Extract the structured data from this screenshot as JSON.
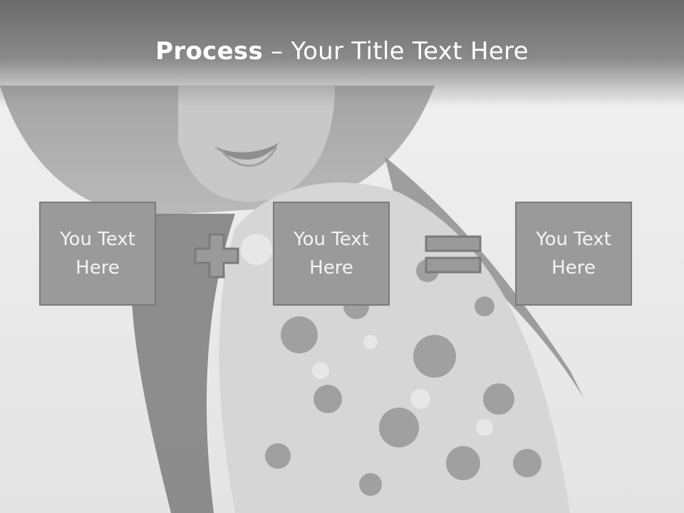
{
  "slide": {
    "title_bold": "Process",
    "title_separator": " – ",
    "title_rest": "Your Title Text Here",
    "boxes": [
      {
        "text": "You Text\nHere"
      },
      {
        "text": "You Text\nHere"
      },
      {
        "text": "You Text\nHere"
      }
    ],
    "operators": [
      "plus-icon",
      "equals-icon"
    ],
    "colors": {
      "box_fill": "#9a9a9a",
      "box_border": "#7a7a7a",
      "title_text": "#ffffff"
    }
  }
}
